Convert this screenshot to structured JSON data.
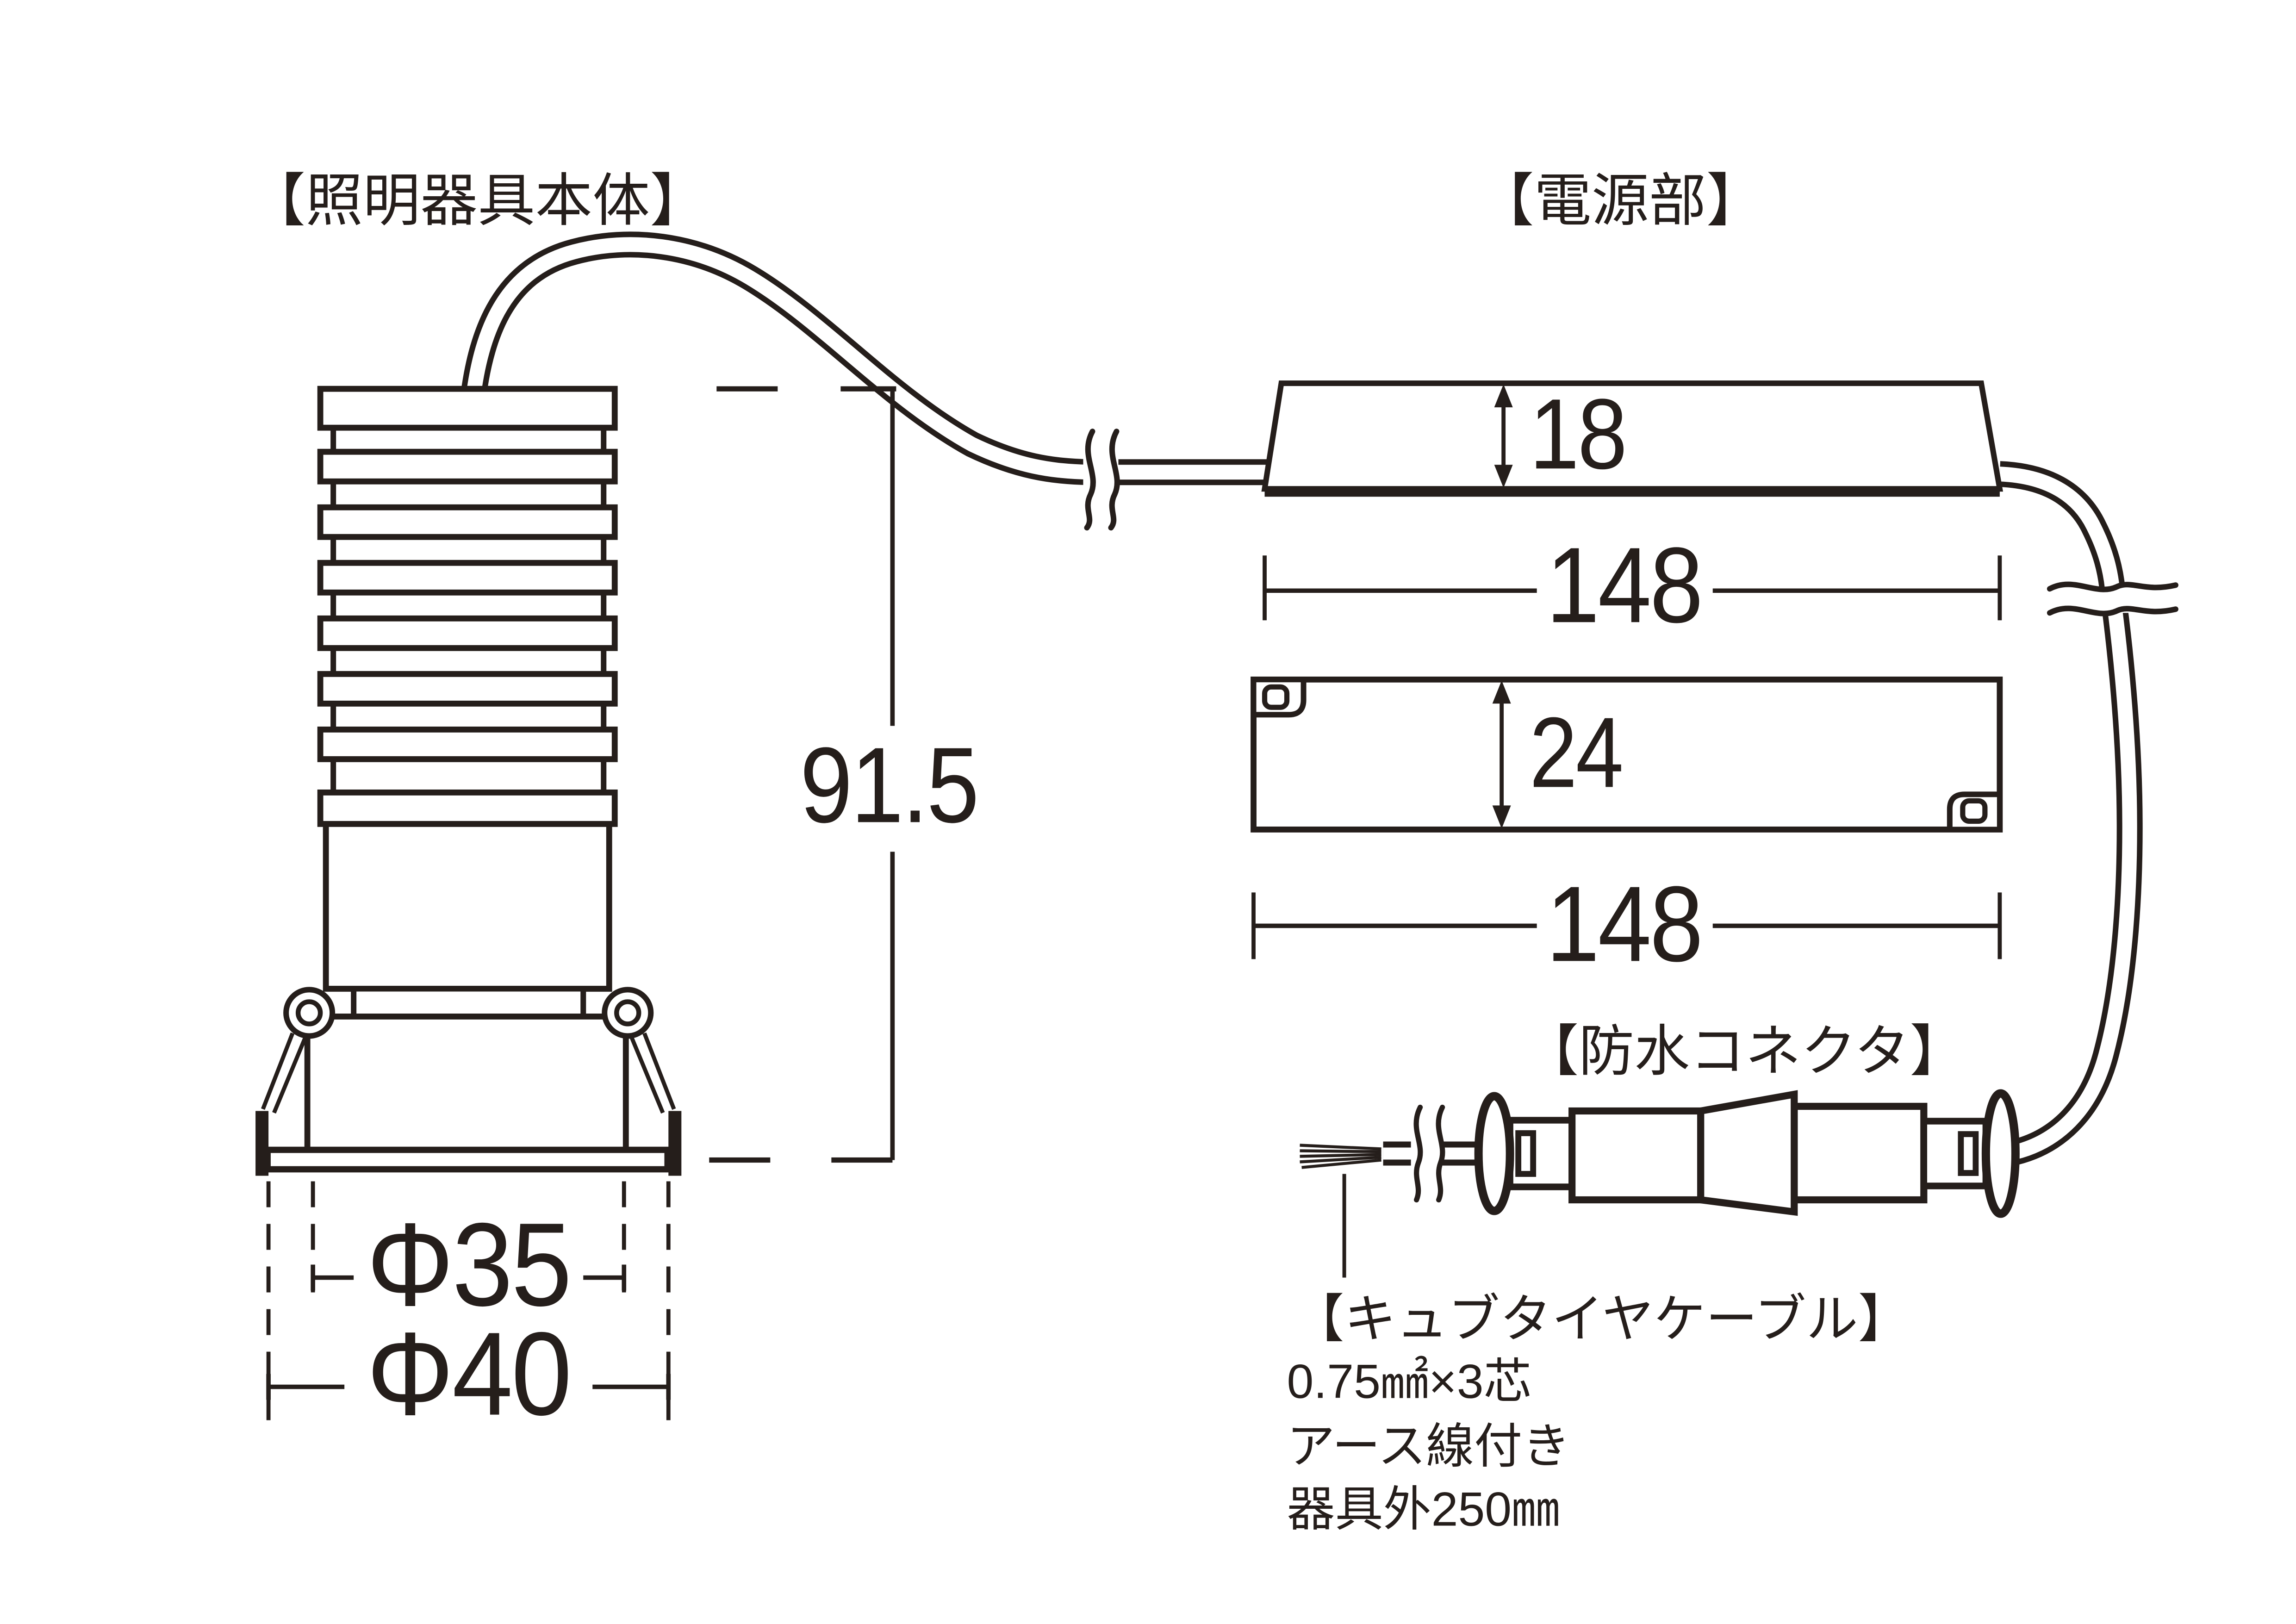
{
  "drawing": {
    "kind": "dimensioned technical line drawing (lighting fixture spec sheet)",
    "colors": {
      "line": "#251e1b",
      "background": "#ffffff"
    }
  },
  "sections": {
    "fixture": {
      "title": "【照明器具本体】",
      "dim_height": "91.5",
      "dim_dia_inner": "Φ35",
      "dim_dia_outer": "Φ40"
    },
    "power": {
      "title": "【電源部】",
      "side": {
        "height": "18",
        "length": "148"
      },
      "front": {
        "height": "24",
        "length": "148"
      }
    },
    "connector": {
      "title": "【防水コネクタ】"
    },
    "cable_note": {
      "title": "【キュブタイヤケーブル】",
      "line1": "0.75㎟×3芯",
      "line2": "アース線付き",
      "line3": "器具外250㎜"
    }
  }
}
